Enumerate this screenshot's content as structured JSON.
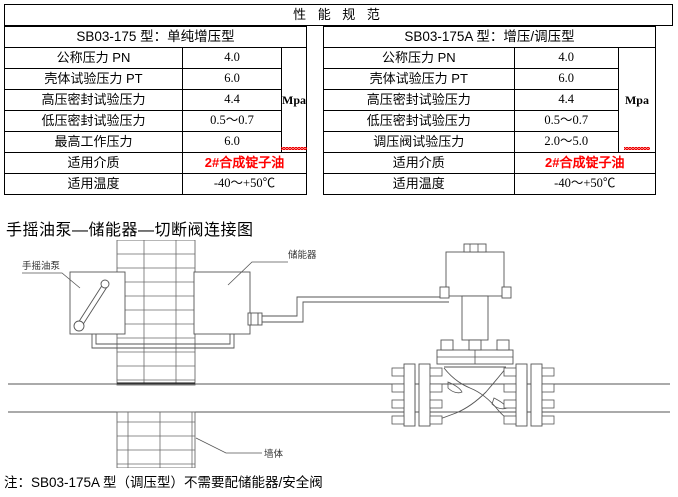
{
  "document": {
    "spec_title": "性 能 规 范",
    "diagram_title": "手摇油泵—储能器—切断阀连接图",
    "note": "注：SB03-175A 型（调压型）不需要配储能器/安全阀"
  },
  "colors": {
    "highlight": "#ff0000",
    "border": "#000000",
    "diagram_line": "#555555",
    "background": "#ffffff"
  },
  "tables": {
    "left": {
      "model_header": "SB03-175 型：单纯增压型",
      "unit": "Mpa",
      "rows": [
        {
          "label": "公称压力 PN",
          "value": "4.0"
        },
        {
          "label": "壳体试验压力 PT",
          "value": "6.0"
        },
        {
          "label": "高压密封试验压力",
          "value": "4.4"
        },
        {
          "label": "低压密封试验压力",
          "value": "0.5～0.7"
        },
        {
          "label": "最高工作压力",
          "value": "6.0"
        }
      ],
      "medium": {
        "label": "适用介质",
        "value": "2#合成锭子油"
      },
      "temperature": {
        "label": "适用温度",
        "value": "-40～+50℃"
      }
    },
    "right": {
      "model_header": "SB03-175A 型：增压/调压型",
      "unit": "Mpa",
      "rows": [
        {
          "label": "公称压力 PN",
          "value": "4.0"
        },
        {
          "label": "壳体试验压力 PT",
          "value": "6.0"
        },
        {
          "label": "高压密封试验压力",
          "value": "4.4"
        },
        {
          "label": "低压密封试验压力",
          "value": "0.5～0.7"
        },
        {
          "label": "调压阀试验压力",
          "value": "2.0～5.0"
        }
      ],
      "medium": {
        "label": "适用介质",
        "value": "2#合成锭子油"
      },
      "temperature": {
        "label": "适用温度",
        "value": "-40～+50℃"
      }
    }
  },
  "diagram": {
    "labels": {
      "hand_pump": "手摇油泵",
      "accumulator": "储能器",
      "wall": "墙体"
    }
  }
}
